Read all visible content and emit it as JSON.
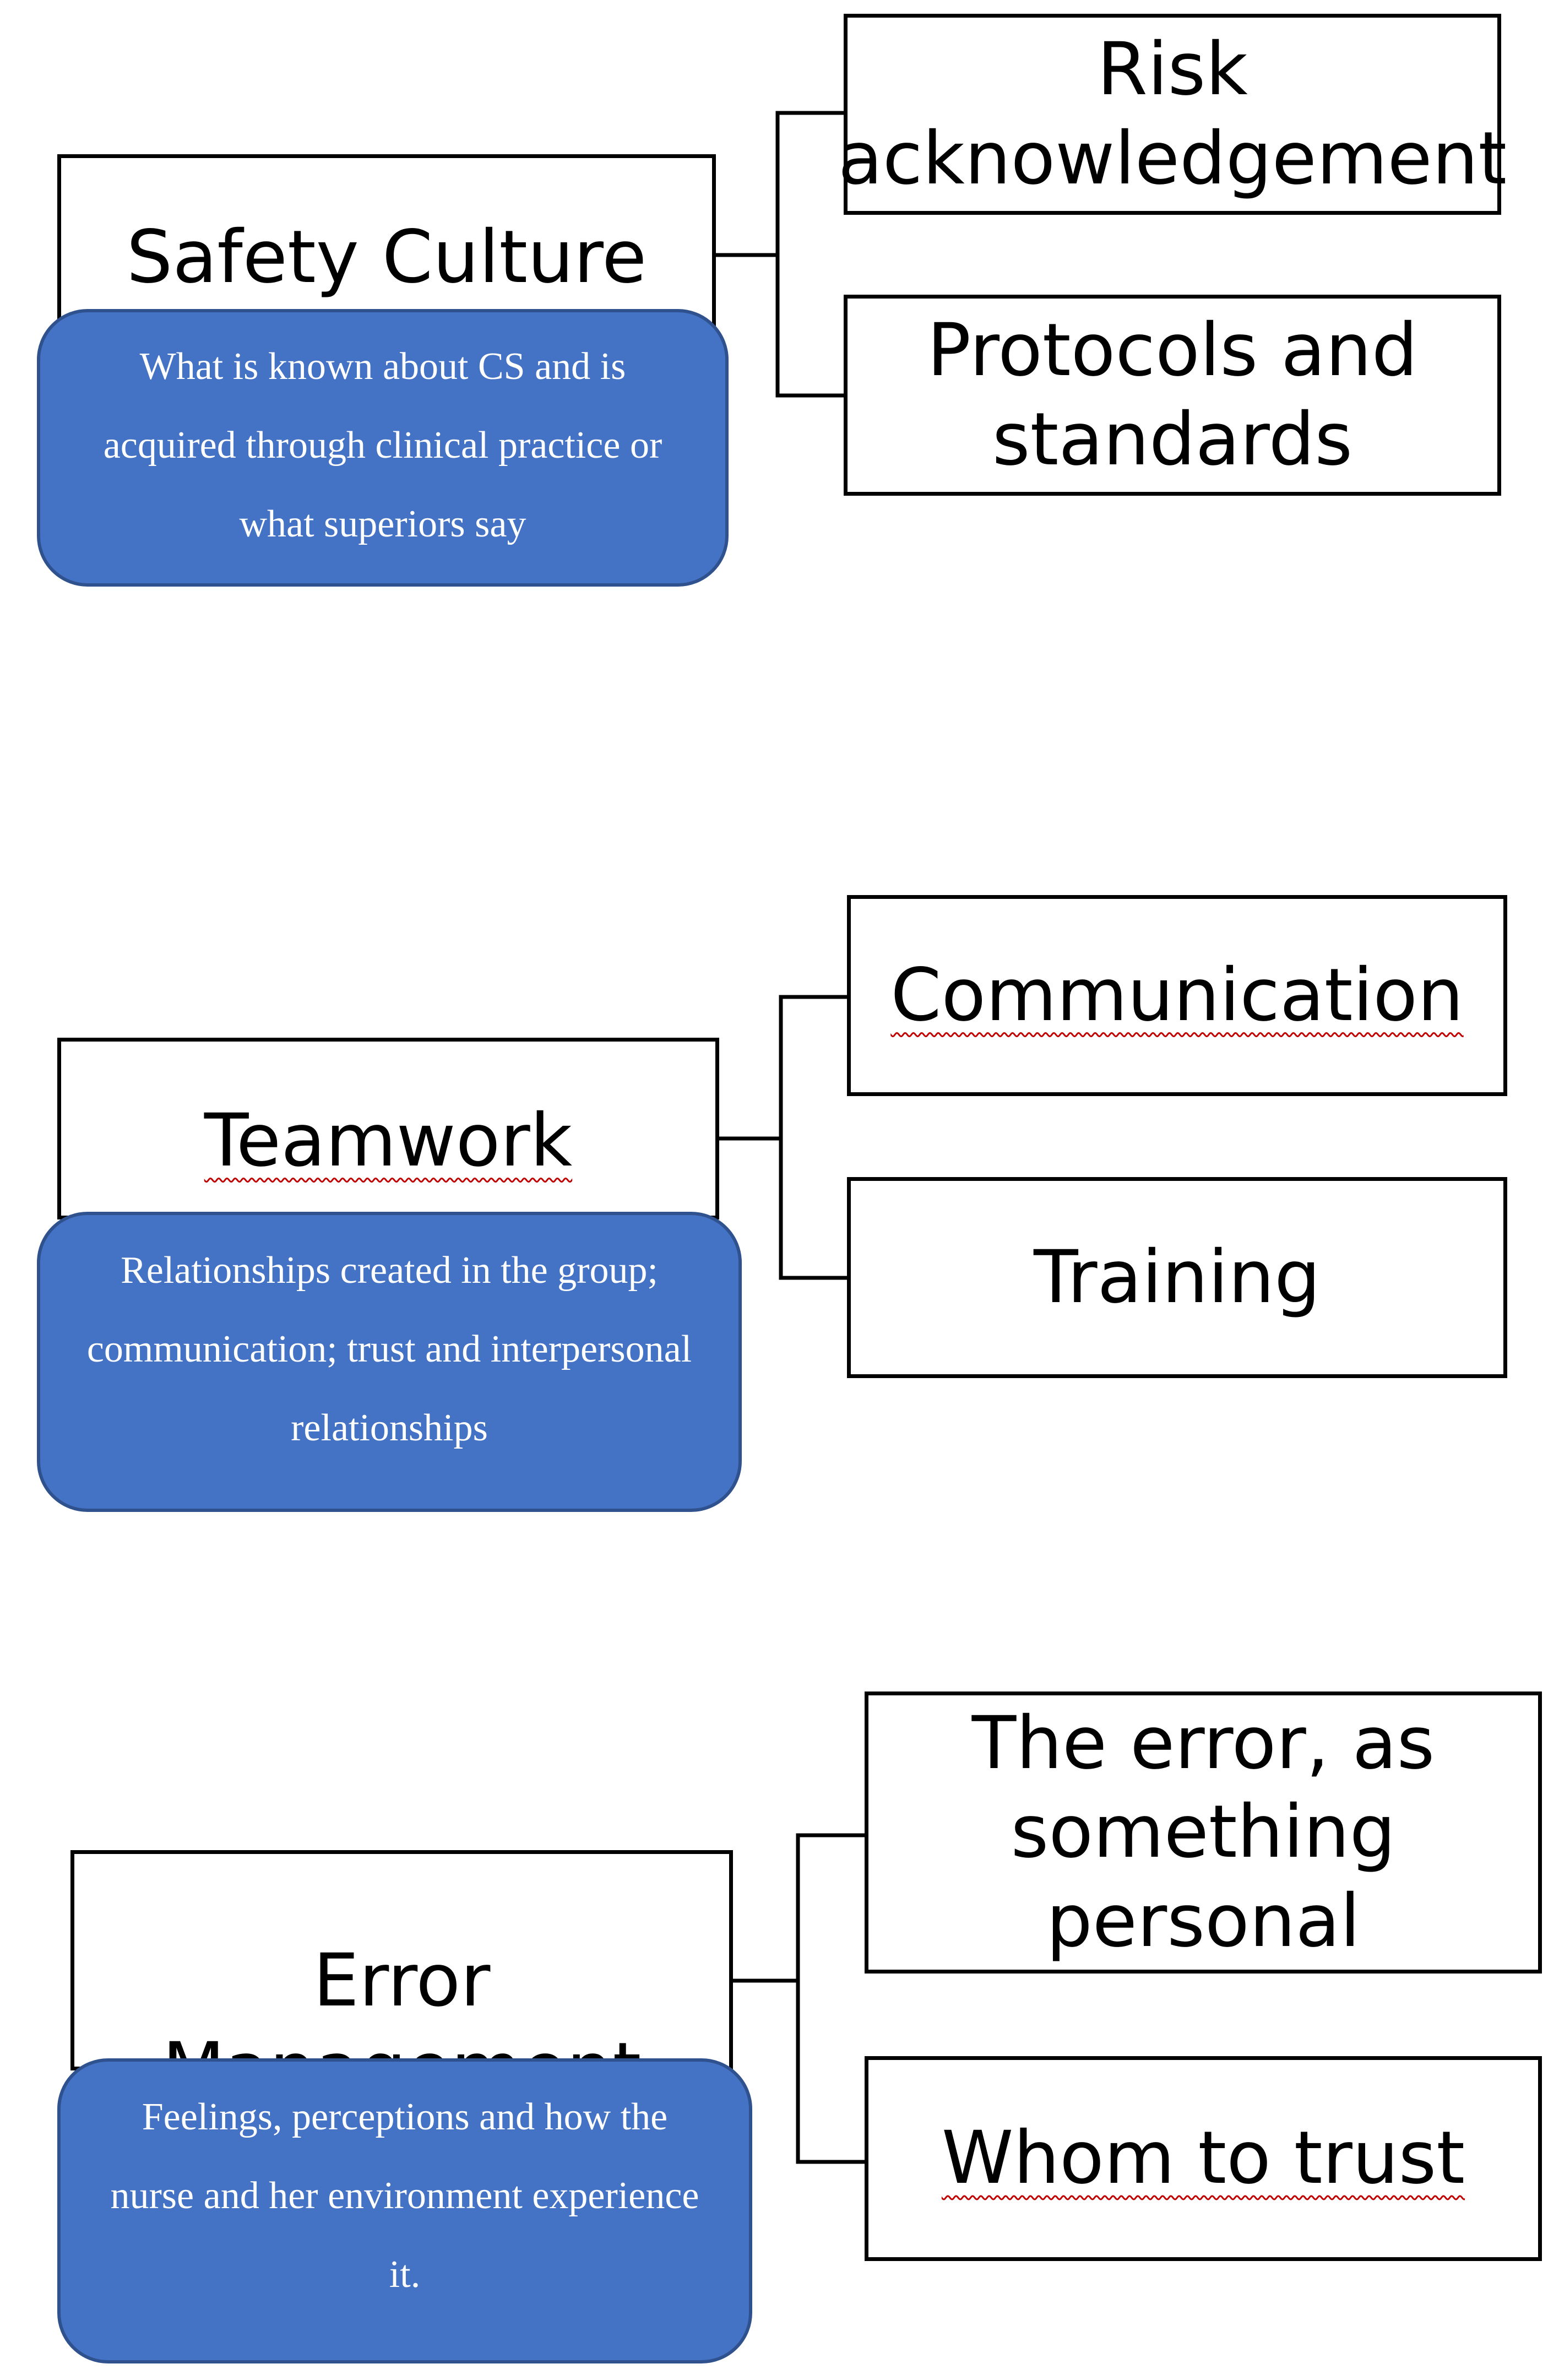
{
  "sections": [
    {
      "main": "Safety Culture",
      "description": "What is known about CS and is acquired through clinical practice or what superiors say",
      "subs": [
        "Risk acknowledgement",
        "Protocols and standards"
      ]
    },
    {
      "main": "Teamwork",
      "description": "Relationships created in the group; communication; trust and interpersonal relationships",
      "subs": [
        "Communication",
        "Training"
      ]
    },
    {
      "main": "Error Management",
      "description": "Feelings, perceptions and how the nurse and her environment experience it.",
      "subs": [
        "The error, as something personal",
        "Whom to trust"
      ]
    }
  ],
  "colors": {
    "note_fill": "#4472c4",
    "note_border": "#2f528f",
    "spellcheck_underline": "#c00000"
  }
}
